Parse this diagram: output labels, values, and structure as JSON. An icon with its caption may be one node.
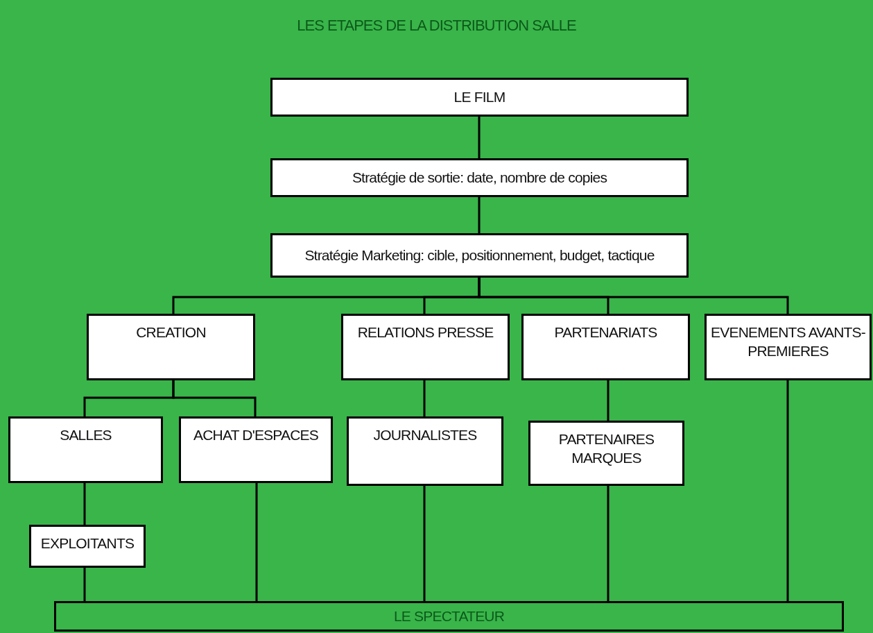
{
  "diagram": {
    "title": "LES ETAPES DE LA DISTRIBUTION SALLE",
    "nodes": [
      {
        "text": [
          "LE FILM"
        ]
      },
      {
        "text": [
          "Stratégie de sortie: date, nombre de copies"
        ]
      },
      {
        "text": [
          "Stratégie Marketing: cible, positionnement, budget, tactique"
        ]
      },
      {
        "text": [
          "CREATION"
        ]
      },
      {
        "text": [
          "RELATIONS PRESSE"
        ]
      },
      {
        "text": [
          "PARTENARIATS"
        ]
      },
      {
        "text": [
          "EVENEMENTS AVANTS-PREMIERES"
        ]
      },
      {
        "text": [
          "SALLES"
        ]
      },
      {
        "text": [
          "ACHAT D'ESPACES"
        ]
      },
      {
        "text": [
          "JOURNALISTES"
        ]
      },
      {
        "text": [
          "PARTENAIRES MARQUES"
        ]
      },
      {
        "text": [
          "EXPLOITANTS"
        ]
      },
      {
        "text": [
          "LE SPECTATEUR"
        ]
      }
    ],
    "edges": [
      {
        "from": 0,
        "to": 1,
        "arrow": "none"
      },
      {
        "from": 1,
        "to": 2,
        "arrow": "none"
      },
      {
        "from": 2,
        "to": 3,
        "arrow": "none"
      },
      {
        "from": 2,
        "to": 4,
        "arrow": "none"
      },
      {
        "from": 2,
        "to": 5,
        "arrow": "none"
      },
      {
        "from": 2,
        "to": 6,
        "arrow": "none"
      },
      {
        "from": 3,
        "to": 7,
        "arrow": "none"
      },
      {
        "from": 3,
        "to": 8,
        "arrow": "none"
      },
      {
        "from": 4,
        "to": 9,
        "arrow": "none"
      },
      {
        "from": 5,
        "to": 10,
        "arrow": "none"
      },
      {
        "from": 7,
        "to": 11,
        "arrow": "none"
      },
      {
        "from": 11,
        "to": 12,
        "arrow": "none"
      },
      {
        "from": 8,
        "to": 12,
        "arrow": "none"
      },
      {
        "from": 9,
        "to": 12,
        "arrow": "none"
      },
      {
        "from": 10,
        "to": 12,
        "arrow": "none"
      },
      {
        "from": 6,
        "to": 12,
        "arrow": "none"
      }
    ]
  }
}
